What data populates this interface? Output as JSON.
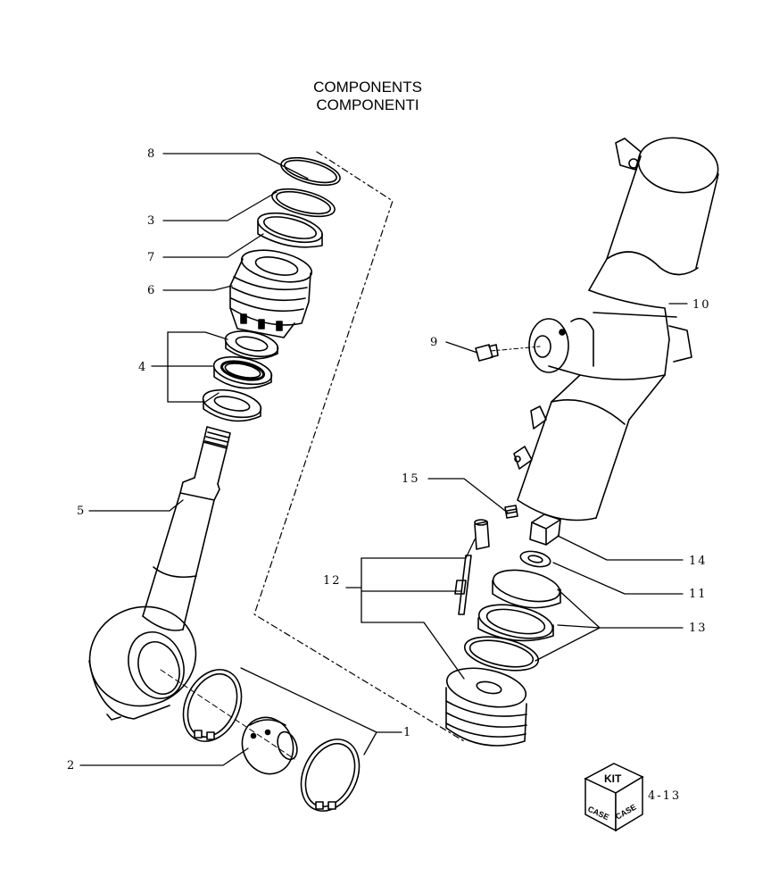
{
  "header": {
    "title_line1": "COMPONENTS",
    "title_line2": "COMPONENTI"
  },
  "callouts": {
    "c1": "1",
    "c2": "2",
    "c3": "3",
    "c4": "4",
    "c5": "5",
    "c6": "6",
    "c7": "7",
    "c8": "8",
    "c9": "9",
    "c10": "10",
    "c11": "11",
    "c12": "12",
    "c13": "13",
    "c14": "14",
    "c15": "15"
  },
  "kit": {
    "label": "KIT",
    "brand_left": "CASE",
    "brand_right": "CASE",
    "page_ref": "4-13"
  }
}
